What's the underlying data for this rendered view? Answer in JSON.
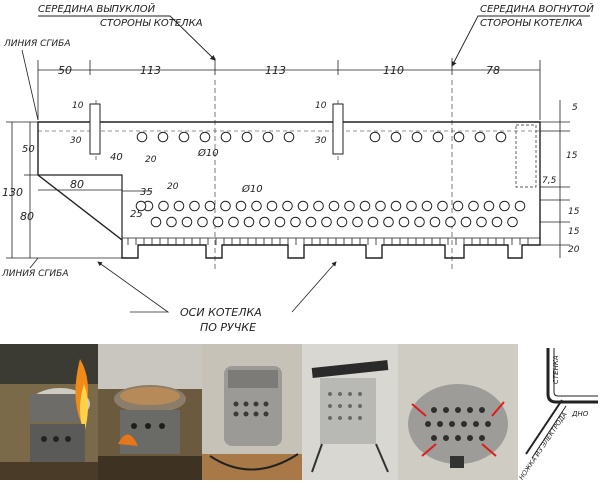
{
  "labels": {
    "convex_middle_1": "СЕРЕДИНА ВЫПУКЛОЙ",
    "convex_middle_2": "СТОРОНЫ КОТЕЛКА",
    "concave_middle_1": "СЕРЕДИНА ВОГНУТОЙ",
    "concave_middle_2": "СТОРОНЫ КОТЕЛКА",
    "fold_line_top": "ЛИНИЯ СГИБА",
    "fold_line_bottom": "ЛИНИЯ СГИБА",
    "handle_axes_1": "ОСИ КОТЕЛКА",
    "handle_axes_2": "ПО РУЧКЕ"
  },
  "dimensions": {
    "top": [
      "50",
      "113",
      "113",
      "110",
      "78"
    ],
    "left_total": "130",
    "left_upper": "50",
    "left_lower": "80",
    "step_width": "80",
    "slot_width_1": "10",
    "slot_width_2": "10",
    "slot_height_1": "30",
    "slot_height_2": "30",
    "slot_offset": "40",
    "small_20_a": "20",
    "small_20_b": "20",
    "hole_diam_1": "Ø10",
    "hole_diam_2": "Ø10",
    "offset_35": "35",
    "offset_25": "25",
    "right_5": "5",
    "right_15": "15",
    "right_7_5": "7,5",
    "right_col": [
      "20",
      "15",
      "15"
    ]
  },
  "detail": {
    "wall": "СТЕНКА",
    "bottom": "ДНО",
    "tab": "НОЖКА ИЗ ЭЛЕКТРОДА"
  },
  "colors": {
    "line": "#222222",
    "paper": "#ffffff"
  }
}
